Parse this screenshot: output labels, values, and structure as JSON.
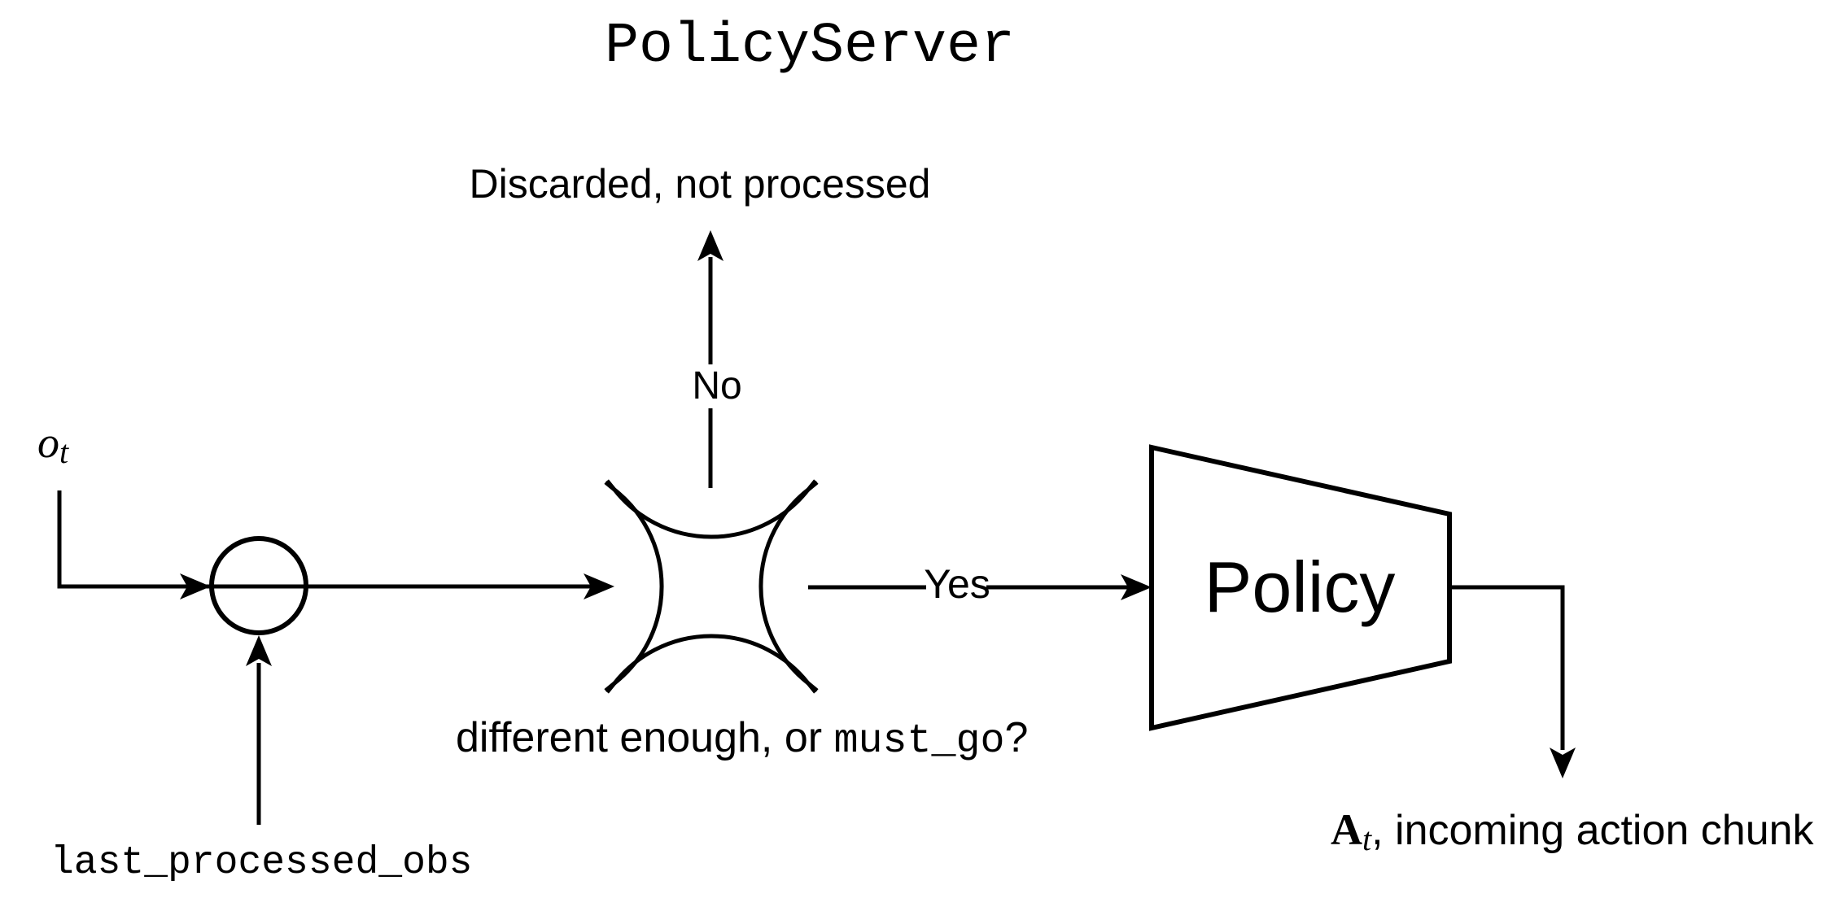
{
  "title": "PolicyServer",
  "labels": {
    "discarded": "Discarded, not processed",
    "no": "No",
    "yes": "Yes",
    "policy": "Policy",
    "observation_symbol": "o",
    "observation_subscript": "t",
    "last_processed_obs": "last_processed_obs",
    "condition_prefix": "different enough, or ",
    "condition_code": "must_go",
    "condition_suffix": "?",
    "action_symbol": "A",
    "action_subscript": "t",
    "action_suffix": ", incoming action chunk"
  },
  "colors": {
    "ink": "#000000",
    "background": "#ffffff"
  }
}
